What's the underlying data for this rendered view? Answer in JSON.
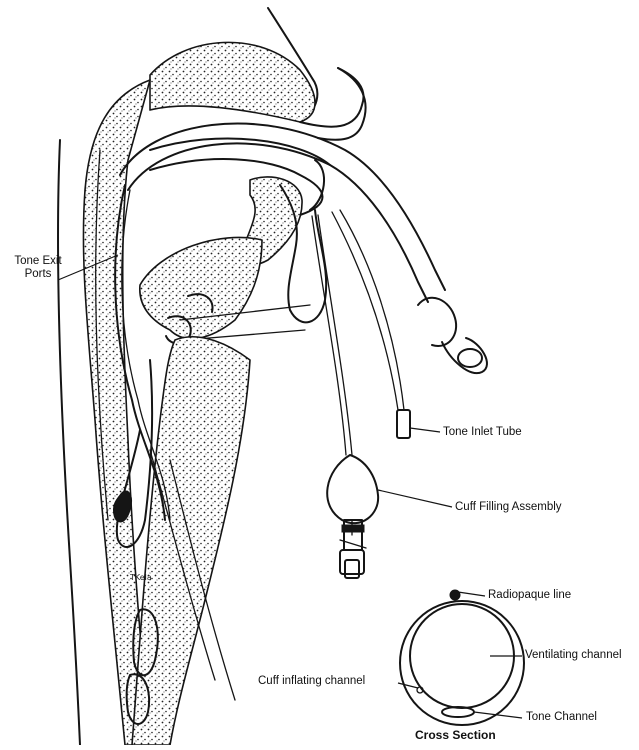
{
  "labels": {
    "tone_exit_ports": "Tone Exit\nPorts",
    "tone_inlet_tube": "Tone Inlet Tube",
    "cuff_filling_assembly": "Cuff Filling Assembly",
    "radiopaque_line": "Radiopaque line",
    "ventilating_channel": "Ventilating channel",
    "cuff_inflating_channel": "Cuff inflating channel",
    "tone_channel": "Tone Channel",
    "cross_section": "Cross Section"
  },
  "handwriting": "TKela"
}
